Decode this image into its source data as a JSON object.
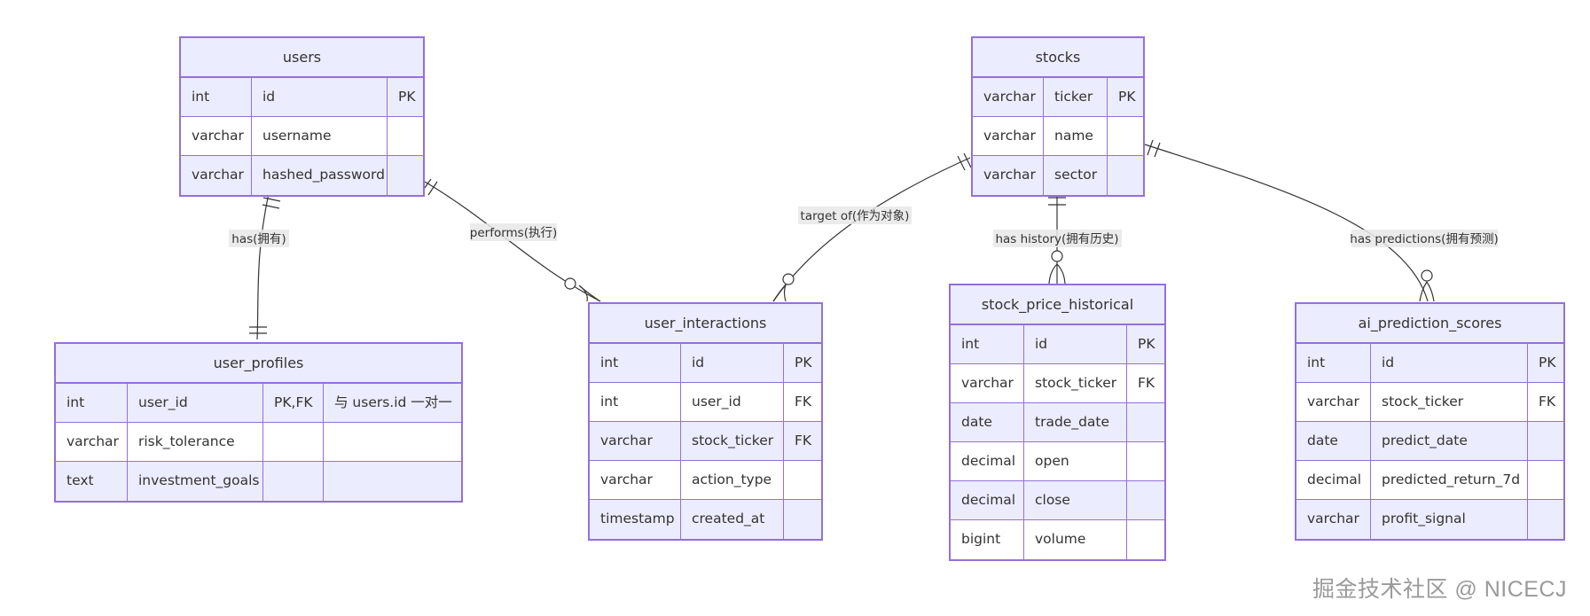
{
  "entities": {
    "users": {
      "name": "users",
      "rows": [
        [
          "int",
          "id",
          "PK"
        ],
        [
          "varchar",
          "username",
          ""
        ],
        [
          "varchar",
          "hashed_password",
          ""
        ]
      ]
    },
    "stocks": {
      "name": "stocks",
      "rows": [
        [
          "varchar",
          "ticker",
          "PK"
        ],
        [
          "varchar",
          "name",
          ""
        ],
        [
          "varchar",
          "sector",
          ""
        ]
      ]
    },
    "user_profiles": {
      "name": "user_profiles",
      "rows": [
        [
          "int",
          "user_id",
          "PK,FK",
          "与 users.id 一对一"
        ],
        [
          "varchar",
          "risk_tolerance",
          "",
          ""
        ],
        [
          "text",
          "investment_goals",
          "",
          ""
        ]
      ]
    },
    "user_interactions": {
      "name": "user_interactions",
      "rows": [
        [
          "int",
          "id",
          "PK"
        ],
        [
          "int",
          "user_id",
          "FK"
        ],
        [
          "varchar",
          "stock_ticker",
          "FK"
        ],
        [
          "varchar",
          "action_type",
          ""
        ],
        [
          "timestamp",
          "created_at",
          ""
        ]
      ]
    },
    "stock_price_historical": {
      "name": "stock_price_historical",
      "rows": [
        [
          "int",
          "id",
          "PK"
        ],
        [
          "varchar",
          "stock_ticker",
          "FK"
        ],
        [
          "date",
          "trade_date",
          ""
        ],
        [
          "decimal",
          "open",
          ""
        ],
        [
          "decimal",
          "close",
          ""
        ],
        [
          "bigint",
          "volume",
          ""
        ]
      ]
    },
    "ai_prediction_scores": {
      "name": "ai_prediction_scores",
      "rows": [
        [
          "int",
          "id",
          "PK"
        ],
        [
          "varchar",
          "stock_ticker",
          "FK"
        ],
        [
          "date",
          "predict_date",
          ""
        ],
        [
          "decimal",
          "predicted_return_7d",
          ""
        ],
        [
          "varchar",
          "profit_signal",
          ""
        ]
      ]
    }
  },
  "relationships": {
    "has": "has(拥有)",
    "performs": "performs(执行)",
    "target_of": "target of(作为对象)",
    "has_history": "has history(拥有历史)",
    "has_predictions": "has predictions(拥有预测)"
  },
  "watermark": "掘金技术社区 @ NICECJ",
  "colors": {
    "border": "#9370db",
    "header_fill": "#ececff",
    "line": "#333333",
    "text": "#333333"
  }
}
